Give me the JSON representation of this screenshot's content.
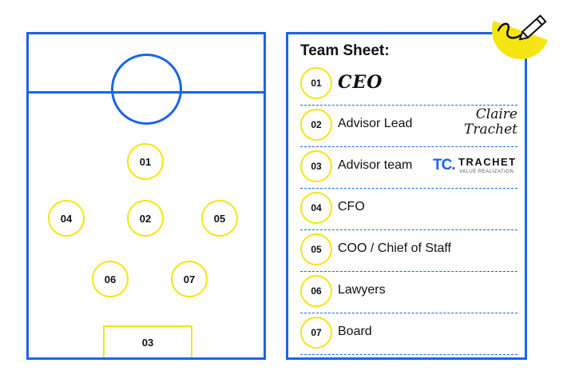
{
  "pitch": {
    "players": [
      {
        "id": "01"
      },
      {
        "id": "04"
      },
      {
        "id": "02"
      },
      {
        "id": "05"
      },
      {
        "id": "06"
      },
      {
        "id": "07"
      }
    ],
    "goal": {
      "id": "03"
    }
  },
  "sheet": {
    "title": "Team Sheet:",
    "rows": [
      {
        "num": "01",
        "label": "CEO"
      },
      {
        "num": "02",
        "label": "Advisor Lead",
        "signature_line1": "Claire",
        "signature_line2": "Trachet"
      },
      {
        "num": "03",
        "label": "Advisor team",
        "logo": {
          "mark": "TC.",
          "name": "TRACHET",
          "tagline": "VALUE REALIZATION"
        }
      },
      {
        "num": "04",
        "label": "CFO"
      },
      {
        "num": "05",
        "label": "COO / Chief of Staff"
      },
      {
        "num": "06",
        "label": "Lawyers"
      },
      {
        "num": "07",
        "label": "Board"
      }
    ]
  },
  "icons": {
    "edit": "pencil-icon"
  },
  "colors": {
    "blue": "#1a64e8",
    "yellow": "#f5e512",
    "text": "#111111"
  }
}
